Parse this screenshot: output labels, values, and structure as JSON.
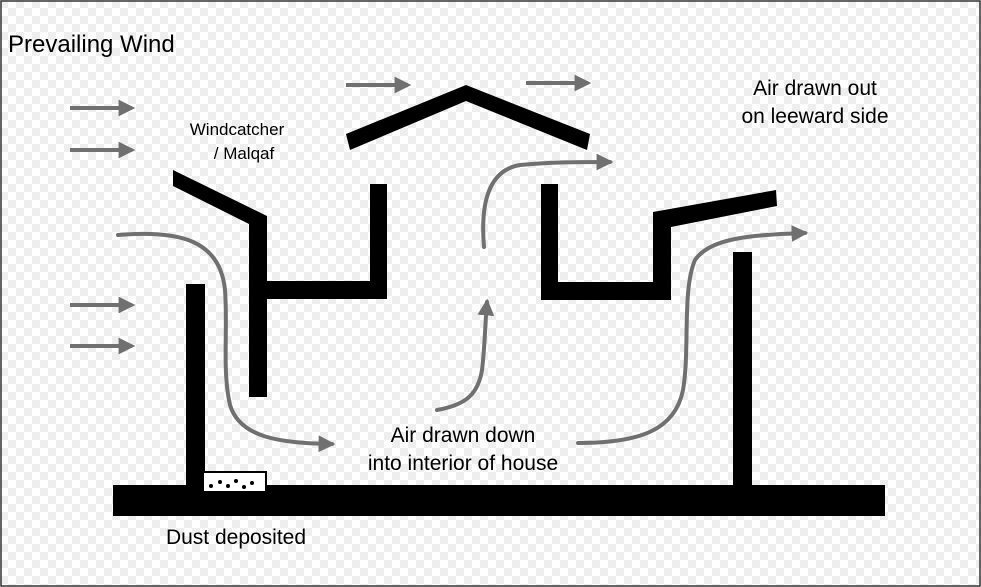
{
  "labels": {
    "prevailing_wind": "Prevailing Wind",
    "windcatcher_line1": "Windcatcher",
    "windcatcher_line2": "/ Malqaf",
    "leeward_line1": "Air drawn out",
    "leeward_line2": "on leeward side",
    "interior_line1": "Air drawn down",
    "interior_line2": "into interior of house",
    "dust": "Dust deposited"
  },
  "colors": {
    "structure": "#000000",
    "airflow": "#707070",
    "background": "#ffffff",
    "checker": "#e6e6e6"
  }
}
